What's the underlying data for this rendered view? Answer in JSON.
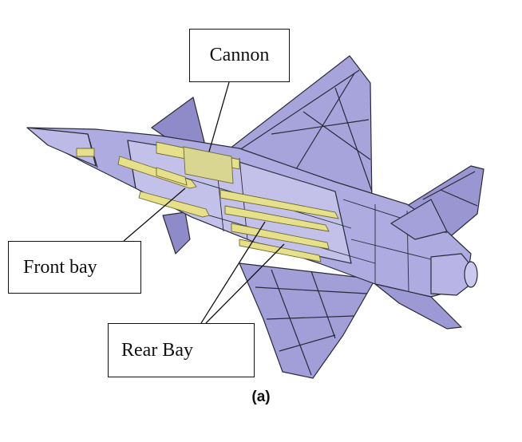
{
  "labels": {
    "cannon": "Cannon",
    "front_bay": "Front bay",
    "rear_bay": "Rear Bay"
  },
  "caption": "(a)",
  "colors": {
    "airframe": "#a9a7dc",
    "airframe_dark": "#8c88c4",
    "airframe_light": "#c4c2ea",
    "weapons": "#e6e08a",
    "outline": "#2a2a3a"
  }
}
